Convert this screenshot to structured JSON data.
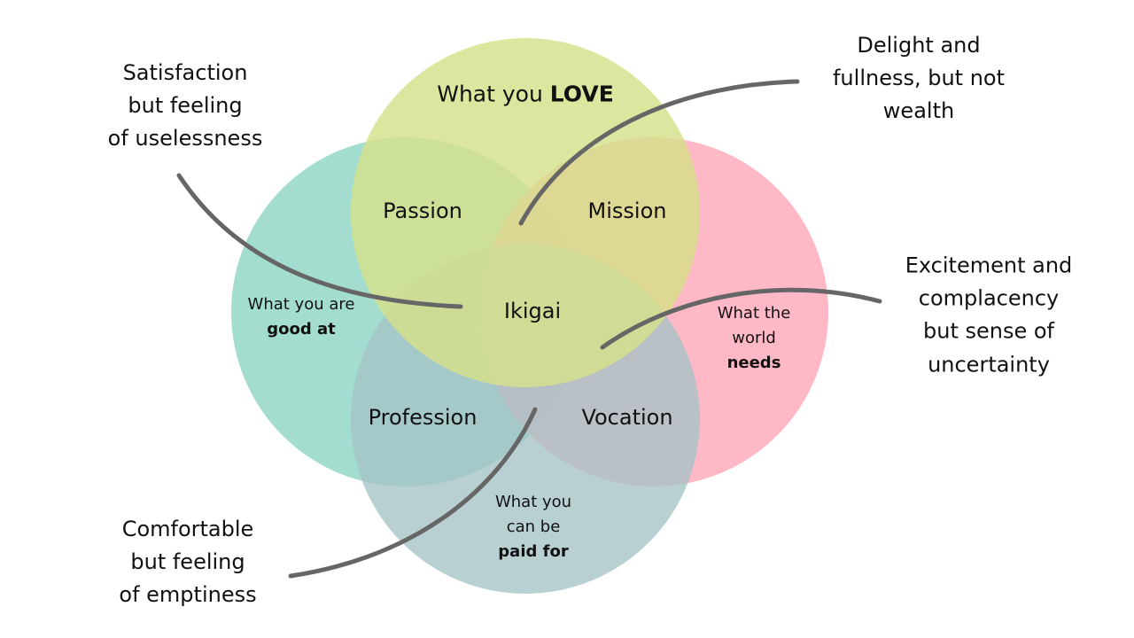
{
  "colors": {
    "love": "#d6e08a",
    "good_at": "#8dd6c4",
    "world_needs": "#ffa8b8",
    "paid_for": "#a5c3c7",
    "connector": "#666666",
    "text": "#111111"
  },
  "circles": {
    "love": {
      "pre": "What you ",
      "bold": "LOVE"
    },
    "good_at": {
      "line1": "What you are",
      "line2_bold": "good at"
    },
    "world_needs": {
      "line1": "What the",
      "line2": "world",
      "line3_bold": "needs"
    },
    "paid_for": {
      "line1": "What you",
      "line2": "can be",
      "line3_bold": "paid for"
    }
  },
  "regions": {
    "passion": "Passion",
    "mission": "Mission",
    "profession": "Profession",
    "vocation": "Vocation",
    "center": "Ikigai"
  },
  "annotations": {
    "passion_note": [
      "Satisfaction",
      "but feeling",
      "of uselessness"
    ],
    "mission_note": [
      "Delight and",
      "fullness, but not",
      "wealth"
    ],
    "vocation_note": [
      "Excitement and",
      "complacency",
      "but sense of",
      "uncertainty"
    ],
    "profession_note": [
      "Comfortable",
      "but feeling",
      "of emptiness"
    ]
  }
}
